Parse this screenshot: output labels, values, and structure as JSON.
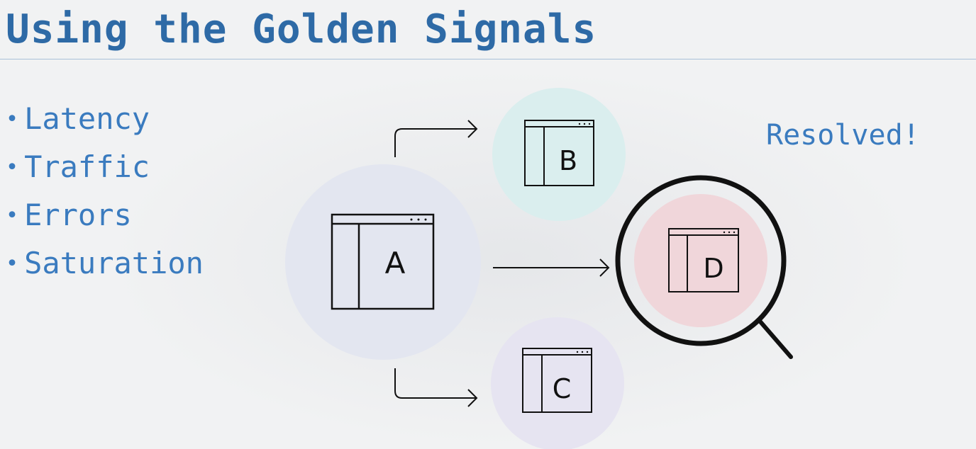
{
  "title": "Using the Golden Signals",
  "bullets": [
    "Latency",
    "Traffic",
    "Errors",
    "Saturation"
  ],
  "bullet_glyph": "•",
  "status": "Resolved!",
  "nodes": {
    "A": {
      "label": "A",
      "color": "#e3e6f0"
    },
    "B": {
      "label": "B",
      "color": "#daeeee"
    },
    "C": {
      "label": "C",
      "color": "#e6e4f1"
    },
    "D": {
      "label": "D",
      "color": "#f0d6da"
    }
  },
  "colors": {
    "title": "#2e6aa6",
    "text": "#3a7bbf",
    "line": "#111111"
  }
}
